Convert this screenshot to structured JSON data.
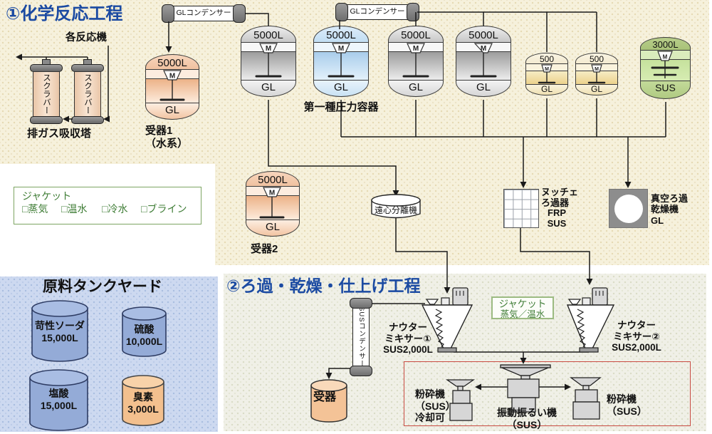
{
  "titles": {
    "s1": "①化学反応工程",
    "s2": "②ろ過・乾燥・仕上げ工程",
    "tankyard": "原料タンクヤード"
  },
  "scrubber": {
    "source": "各反応機",
    "v1": "スクラバー",
    "v2": "スクラバー",
    "caption": "排ガス吸収塔"
  },
  "condenser": {
    "gl1": "GLコンデンサー",
    "gl2": "GLコンデンサー",
    "sus": "SUSコンデンサー"
  },
  "agitator": "M",
  "vessels": {
    "r1": {
      "cap": "5000L",
      "mat": "GL"
    },
    "r2": {
      "cap": "5000L",
      "mat": "GL",
      "caption": "第一種圧力容器"
    },
    "r3": {
      "cap": "5000L",
      "mat": "GL"
    },
    "r4": {
      "cap": "5000L",
      "mat": "GL"
    },
    "v500a": {
      "cap": "500",
      "mat": "GL"
    },
    "v500b": {
      "cap": "500",
      "mat": "GL"
    },
    "v3000": {
      "cap": "3000L",
      "mat": "SUS"
    },
    "juki1": {
      "cap": "5000L",
      "mat": "GL",
      "caption": "受器1\n（水系）"
    },
    "juki2": {
      "cap": "5000L",
      "mat": "GL",
      "caption": "受器2"
    }
  },
  "jacket_legend": {
    "title": "ジャケット",
    "items": [
      "□蒸気",
      "□温水",
      "□冷水",
      "□ブライン"
    ]
  },
  "jacket2": {
    "title": "ジャケット",
    "subtitle": "蒸気／温水"
  },
  "machines": {
    "centrifuge": "遠心分離機",
    "nutsche": {
      "jp": "ヌッチェ\nろ過器",
      "en": "FRP\nSUS"
    },
    "vacuum": "真空ろ過\n乾燥機\nGL",
    "mixer1": {
      "name": "ナウター\nミキサー①",
      "spec": "SUS2,000L"
    },
    "mixer2": {
      "name": "ナウター\nミキサー②",
      "spec": "SUS2,000L"
    },
    "receiver": "受器",
    "crusher_left": "粉砕機\n（SUS）\n冷却可",
    "sieve": "振動振るい機\n（SUS）",
    "crusher_right": "粉砕機\n（SUS）"
  },
  "tanks": [
    {
      "name": "苛性ソーダ",
      "cap": "15,000L"
    },
    {
      "name": "硫酸",
      "cap": "10,000L"
    },
    {
      "name": "塩酸",
      "cap": "15,000L"
    },
    {
      "name": "臭素",
      "cap": "3,000L"
    }
  ]
}
